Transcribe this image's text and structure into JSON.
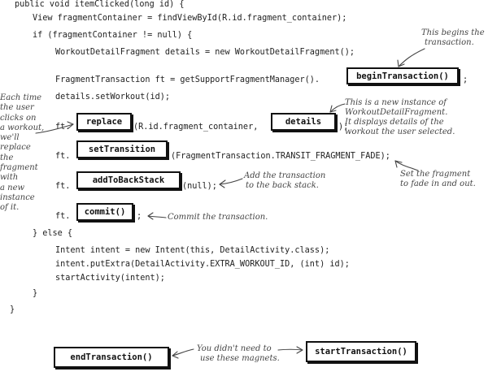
{
  "code_lines": [
    "public void itemClicked(long id) {",
    "View fragmentContainer = findViewById(R.id.fragment_container);",
    "if (fragmentContainer != null) {",
    "WorkoutDetailFragment details = new WorkoutDetailFragment();",
    "FragmentTransaction ft = getSupportFragmentManager().",
    ";",
    "details.setWorkout(id);",
    "ft.",
    "(R.id.fragment_container,",
    ");",
    "ft.",
    "(FragmentTransaction.TRANSIT_FRAGMENT_FADE);",
    "ft.",
    "(null);",
    "ft.",
    ";",
    "} else {",
    "Intent intent = new Intent(this, DetailActivity.class);",
    "intent.putExtra(DetailActivity.EXTRA_WORKOUT_ID, (int) id);",
    "startActivity(intent);",
    "}",
    "}"
  ],
  "magnets": {
    "begin": "beginTransaction()",
    "replace": "replace",
    "details": "details",
    "set_transition": "setTransition",
    "add_to_back_stack": "addToBackStack",
    "commit": "commit()",
    "end": "endTransaction()",
    "start": "startTransaction()"
  },
  "notes": {
    "begin": [
      "This begins the",
      "transaction."
    ],
    "new_instance": [
      "This is a new instance of",
      "WorkoutDetailFragment.",
      "It displays details of the",
      "workout the user selected."
    ],
    "replace_left": [
      "Each time",
      "the user",
      "clicks on",
      "a workout,",
      "we'll",
      "replace",
      "the",
      "fragment",
      "with",
      "a new",
      "instance",
      "of it."
    ],
    "fade": [
      "Set the fragment",
      "to fade in and out."
    ],
    "back_stack": [
      "Add the transaction",
      "to the back stack."
    ],
    "commit": "Commit the transaction.",
    "unused": [
      "You didn't need to",
      "use these magnets."
    ]
  }
}
